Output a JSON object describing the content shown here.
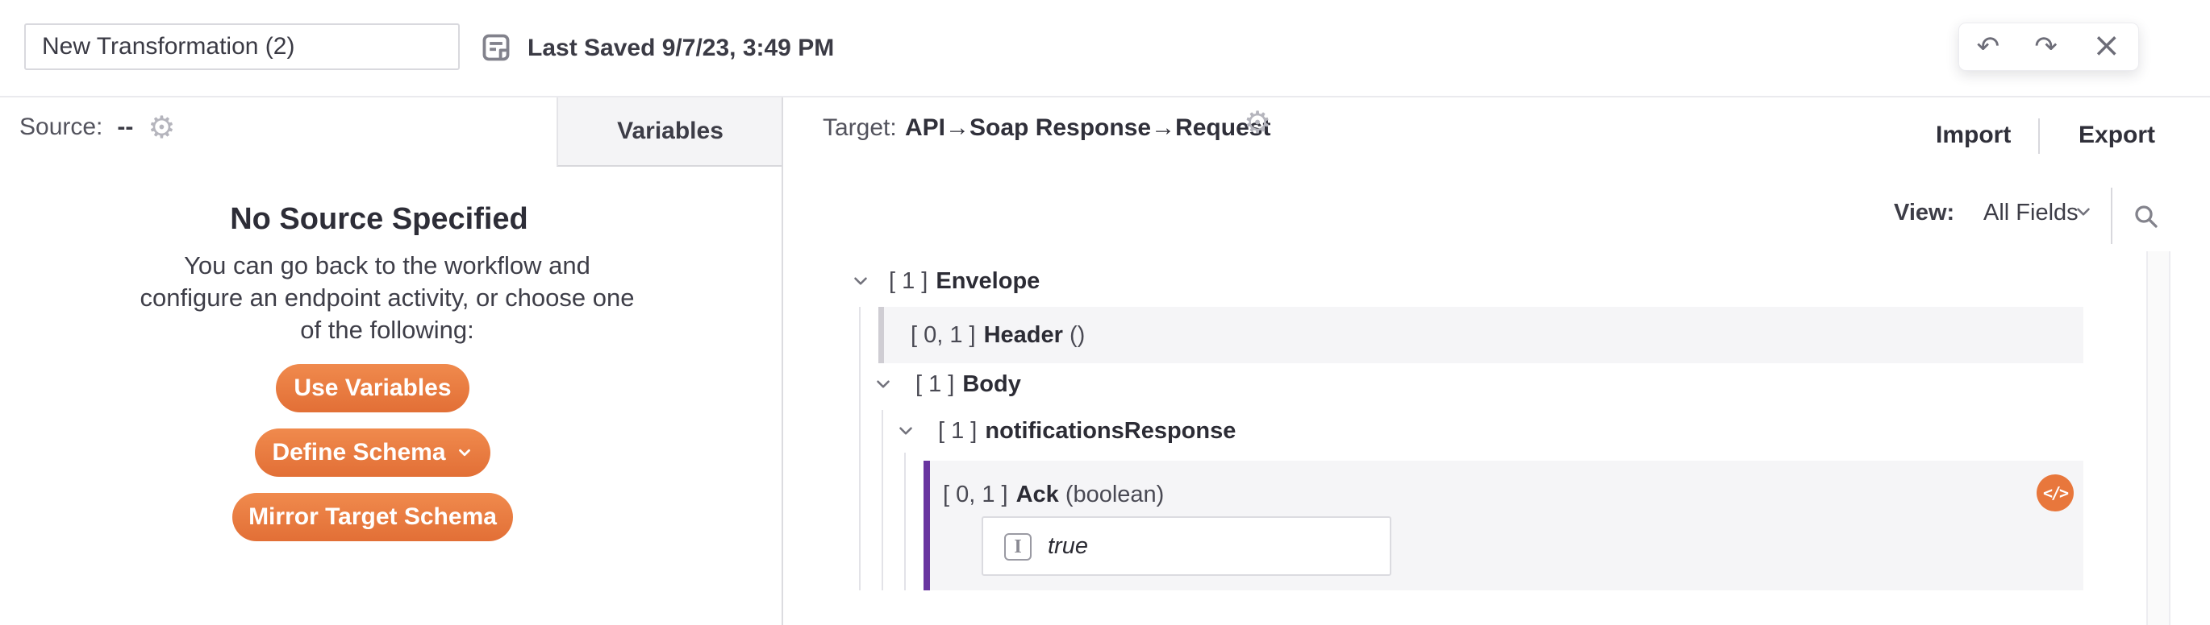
{
  "colors": {
    "accent_orange": "#e8793f",
    "purple_accent_bar": "#6935a0",
    "gray_accent_bar": "#cfcdd3",
    "row_background": "#f5f5f7"
  },
  "header": {
    "title_value": "New Transformation (2)",
    "last_saved": "Last Saved 9/7/23, 3:49 PM"
  },
  "icons": {
    "undo": "↶",
    "redo": "↷",
    "close": "×",
    "gear": "⚙",
    "code": "</>",
    "text_literal": "I"
  },
  "source_panel": {
    "label": "Source:",
    "value": "--",
    "tab_label": "Variables",
    "empty_state": {
      "heading": "No Source Specified",
      "description": "You can go back to the workflow and configure an endpoint activity, or choose one of the following:",
      "buttons": [
        {
          "label": "Use Variables"
        },
        {
          "label": "Define Schema"
        },
        {
          "label": "Mirror Target Schema"
        }
      ]
    }
  },
  "target_panel": {
    "label": "Target:",
    "value": "API→Soap Response→Request",
    "import_label": "Import",
    "export_label": "Export",
    "view_label": "View:",
    "view_value": "All Fields",
    "tree": [
      {
        "range": "[ 1 ]",
        "name": "Envelope",
        "suffix": ""
      },
      {
        "range": "[ 0, 1 ]",
        "name": "Header",
        "suffix": "()"
      },
      {
        "range": "[ 1 ]",
        "name": "Body",
        "suffix": ""
      },
      {
        "range": "[ 1 ]",
        "name": "notificationsResponse",
        "suffix": ""
      },
      {
        "range": "[ 0, 1 ]",
        "name": "Ack",
        "suffix": "(boolean)",
        "value": "true"
      }
    ]
  }
}
